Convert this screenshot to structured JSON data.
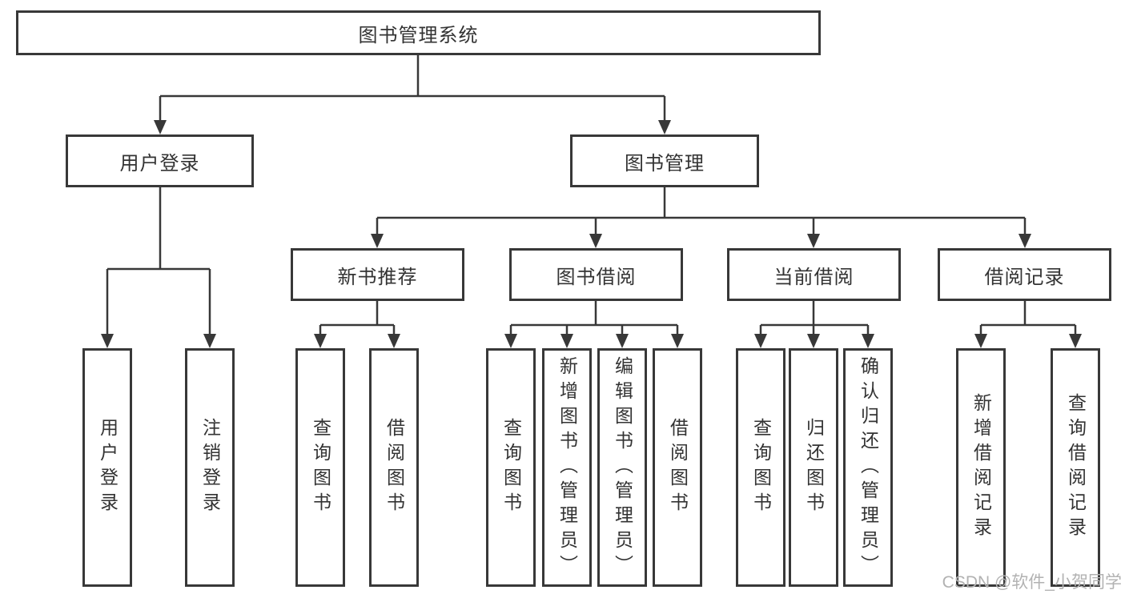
{
  "tree": {
    "root": {
      "label": "图书管理系统"
    },
    "branches": [
      {
        "label": "用户登录",
        "children": [
          {
            "label": "用户登录"
          },
          {
            "label": "注销登录"
          }
        ]
      },
      {
        "label": "图书管理",
        "children": [
          {
            "label": "新书推荐",
            "children": [
              {
                "label": "查询图书"
              },
              {
                "label": "借阅图书"
              }
            ]
          },
          {
            "label": "图书借阅",
            "children": [
              {
                "label": "查询图书"
              },
              {
                "label": "新增图书（管理员）"
              },
              {
                "label": "编辑图书（管理员）"
              },
              {
                "label": "借阅图书"
              }
            ]
          },
          {
            "label": "当前借阅",
            "children": [
              {
                "label": "查询图书"
              },
              {
                "label": "归还图书"
              },
              {
                "label": "确认归还（管理员）"
              }
            ]
          },
          {
            "label": "借阅记录",
            "children": [
              {
                "label": "新增借阅记录"
              },
              {
                "label": "查询借阅记录"
              }
            ]
          }
        ]
      }
    ]
  },
  "watermark": {
    "text": "CSDN @软件_小贺同学"
  },
  "colors": {
    "line": "#383838",
    "box_border": "#383838",
    "text": "#333333",
    "watermark": "#b2b2b2",
    "background": "#ffffff"
  }
}
